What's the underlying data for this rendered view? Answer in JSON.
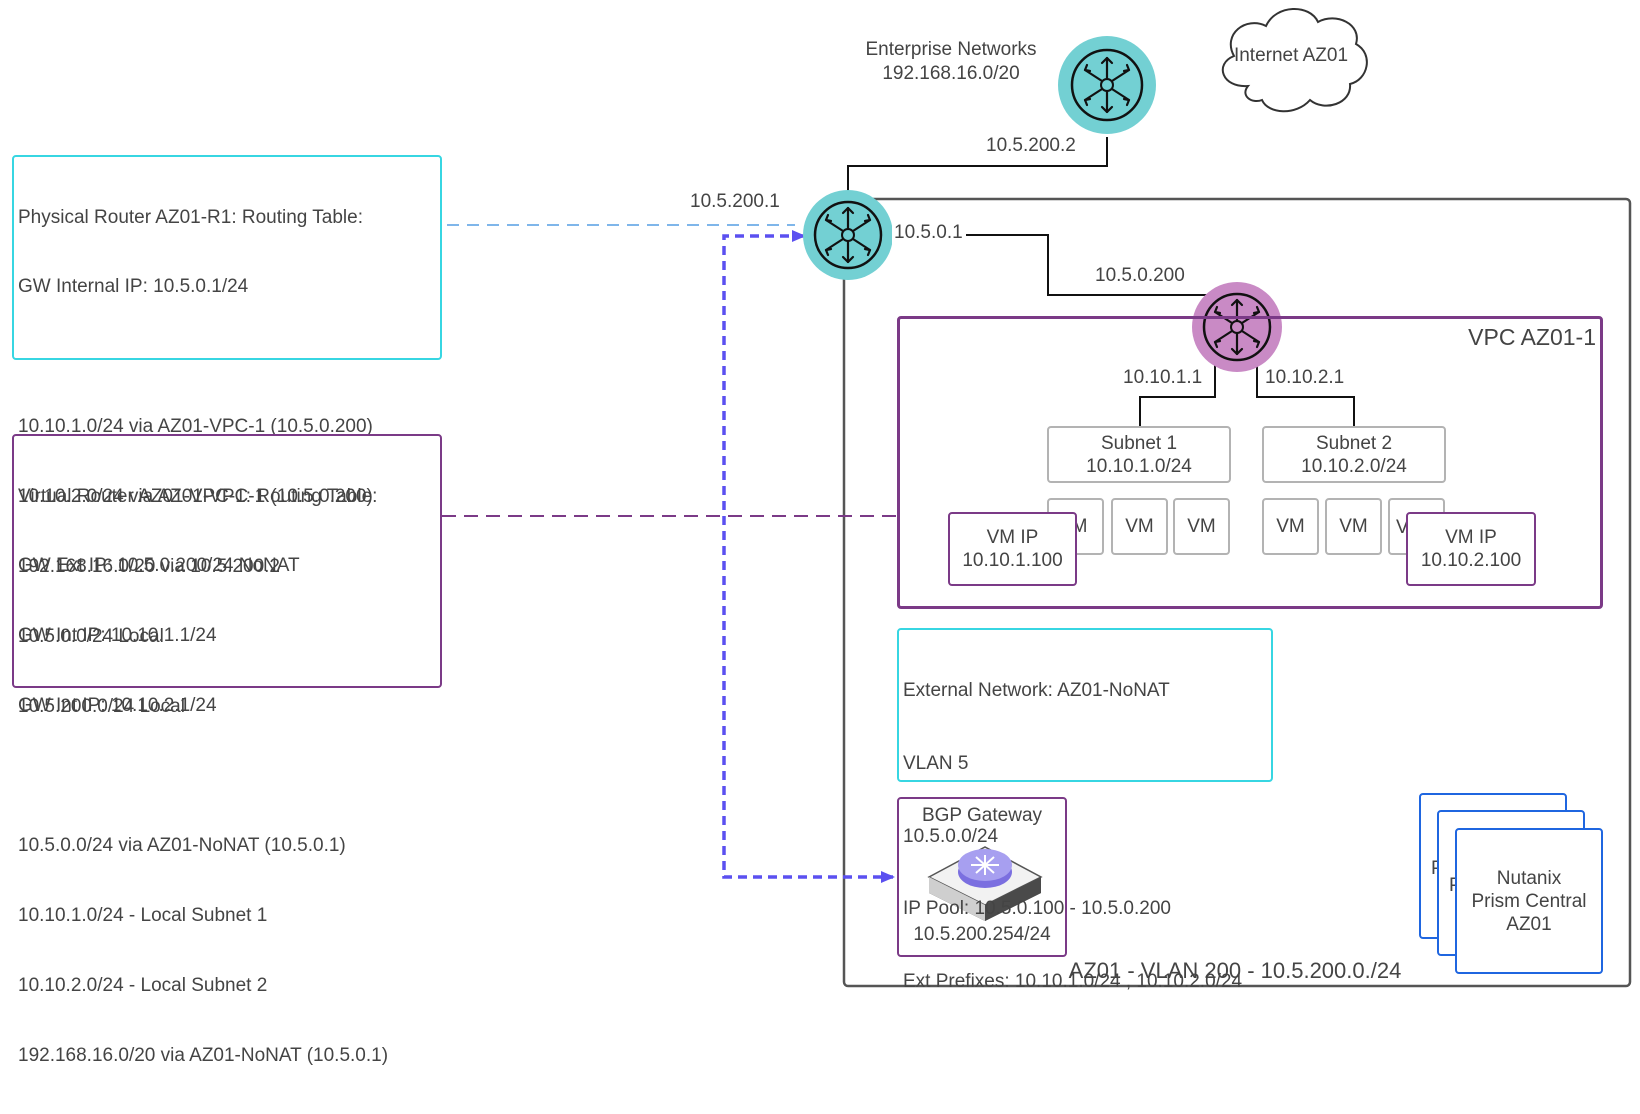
{
  "enterprise": {
    "name": "Enterprise Networks",
    "cidr": "192.168.16.0/20"
  },
  "internet": {
    "label": "Internet AZ01"
  },
  "links": {
    "ent_router_ip": "10.5.200.2",
    "phys_router_ip": "10.5.200.1",
    "phys_internal_ip": "10.5.0.1",
    "vpc_ext_ip": "10.5.0.200",
    "vpc_subnet1_gw": "10.10.1.1",
    "vpc_subnet2_gw": "10.10.2.1"
  },
  "physical_table": {
    "lines": [
      "Physical Router AZ01-R1: Routing Table:",
      "GW Internal IP: 10.5.0.1/24",
      "",
      "10.10.1.0/24 via AZ01-VPC-1 (10.5.0.200)",
      "10.10.2.0/24 via AZ01-VPC-1 (10.5.0.200)",
      "192.168.16.0/20 via 10.5.200.2",
      "10.5.0.0/24 Local",
      "10.5.200.0/24 Local"
    ]
  },
  "virtual_table": {
    "lines": [
      "Virtual Router AZ01-VPC-1: Routing Table:",
      "GW Ext IP: 10.5.0.200/24 NoNAT",
      "GW Int IP: 10.10.1.1/24",
      "GW Int IP: 10.10.2.1/24",
      "",
      "10.5.0.0/24 via AZ01-NoNAT (10.5.0.1)",
      "10.10.1.0/24 - Local Subnet 1",
      "10.10.2.0/24 - Local Subnet 2",
      "192.168.16.0/20 via AZ01-NoNAT (10.5.0.1)"
    ]
  },
  "vpc": {
    "label": "VPC AZ01-1"
  },
  "subnet1": {
    "name": "Subnet 1",
    "cidr": "10.10.1.0/24"
  },
  "subnet2": {
    "name": "Subnet 2",
    "cidr": "10.10.2.0/24"
  },
  "vm_label": "VM",
  "vm_hidden_label": "M",
  "vm_partial_label": "V",
  "vm_ip1": {
    "title": "VM IP",
    "ip": "10.10.1.100"
  },
  "vm_ip2": {
    "title": "VM IP",
    "ip": "10.10.2.100"
  },
  "external_network": {
    "lines": [
      "External Network: AZ01-NoNAT",
      "VLAN 5",
      "10.5.0.0/24",
      "IP Pool: 10.5.0.100 - 10.5.0.200",
      "Ext Prefixes: 10.10.1.0/24 , 10.10.2.0/24"
    ]
  },
  "bgp": {
    "title": "BGP Gateway",
    "ip": "10.5.200.254/24"
  },
  "prism": {
    "line1": "Nutanix",
    "line2": "Prism Central",
    "line3": "AZ01",
    "behind_letter": "P"
  },
  "vlan_label": "AZ01 - VLAN 200 - 10.5.200.0./24",
  "colors": {
    "cyan": "#37d6e2",
    "purple": "#7b3a87",
    "router_teal": "#73d0d3",
    "router_pink": "#c98ac5",
    "blue_dashed": "#5b50f0",
    "light_blue_dashed": "#7fb6ea",
    "prism_blue": "#1f66e0"
  }
}
